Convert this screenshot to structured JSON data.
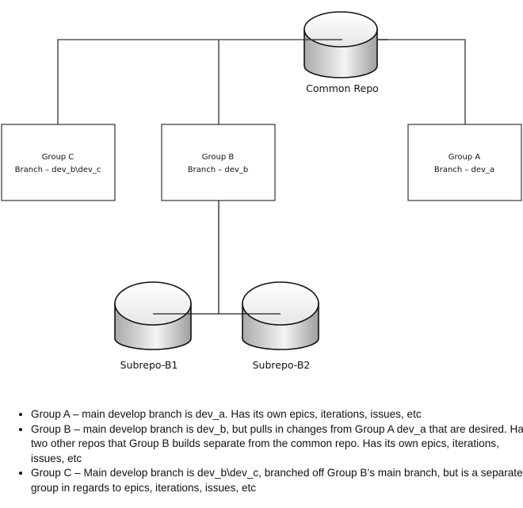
{
  "diagram": {
    "common_repo": {
      "label": "Common Repo",
      "icon": "database-cylinder-icon"
    },
    "groups": [
      {
        "id": "group-c",
        "title": "Group C",
        "branch": "Branch – dev_b\\dev_c"
      },
      {
        "id": "group-b",
        "title": "Group B",
        "branch": "Branch – dev_b"
      },
      {
        "id": "group-a",
        "title": "Group A",
        "branch": "Branch – dev_a"
      }
    ],
    "subrepos": [
      {
        "label": "Subrepo-B1",
        "icon": "database-cylinder-icon"
      },
      {
        "label": "Subrepo-B2",
        "icon": "database-cylinder-icon"
      }
    ],
    "connections": [
      [
        "Common Repo",
        "Group C"
      ],
      [
        "Common Repo",
        "Group B"
      ],
      [
        "Common Repo",
        "Group A"
      ],
      [
        "Group B",
        "Subrepo-B1"
      ],
      [
        "Group B",
        "Subrepo-B2"
      ]
    ]
  },
  "notes": [
    "Group A – main develop branch is dev_a.  Has its own epics, iterations, issues, etc",
    "Group B – main develop branch is dev_b, but pulls in changes from Group A dev_a that are desired.  Has two other repos that Group B builds separate from the common repo.  Has its own epics, iterations, issues, etc",
    "Group C – Main develop branch is dev_b\\dev_c, branched off Group B’s main branch, but is a separate group in regards to epics, iterations, issues, etc"
  ]
}
